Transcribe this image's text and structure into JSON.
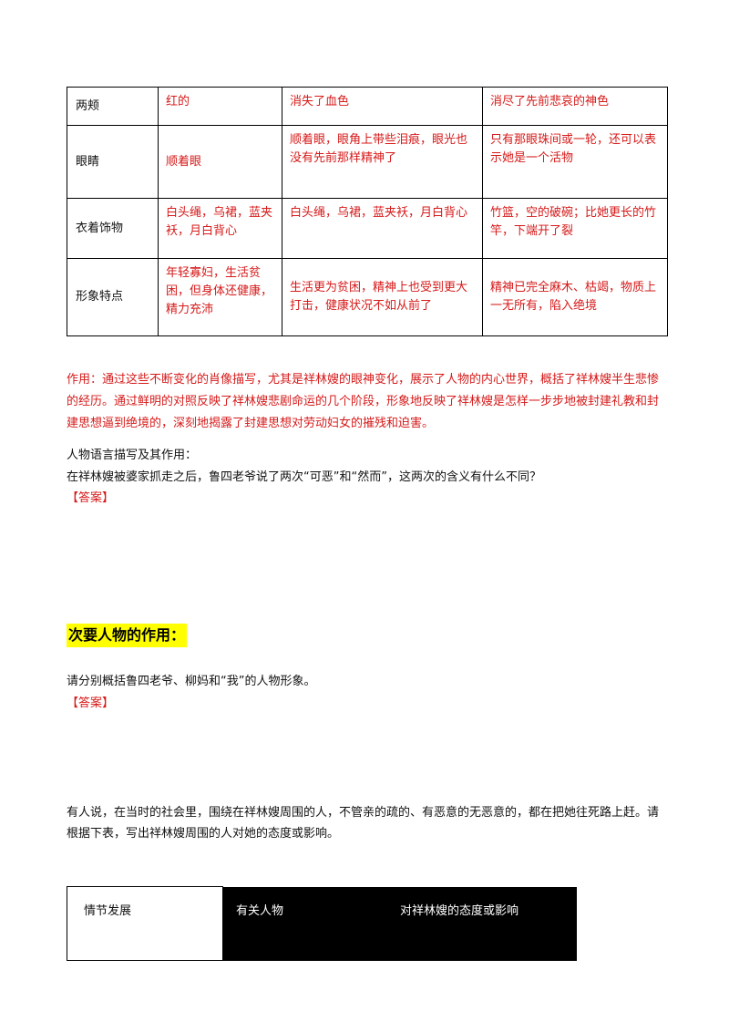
{
  "portrait_table": {
    "rows": [
      {
        "label": "两颊",
        "c1": "红的",
        "c2": "消失了血色",
        "c3": "消尽了先前悲哀的神色"
      },
      {
        "label": "眼睛",
        "c1": "顺着眼",
        "c2": "顺着眼，眼角上带些泪痕，眼光也没有先前那样精神了",
        "c3": "只有那眼珠间或一轮，还可以表示她是一个活物"
      },
      {
        "label": "衣着饰物",
        "c1": "白头绳，乌裙，蓝夹袄，月白背心",
        "c2": "白头绳，乌裙，蓝夹袄，月白背心",
        "c3": "竹篮，空的破碗；比她更长的竹竿，下端开了裂"
      },
      {
        "label": "形象特点",
        "c1": "年轻寡妇，生活贫困，但身体还健康，精力充沛",
        "c2": "生活更为贫困，精神上也受到更大打击，健康状况不如从前了",
        "c3": "精神已完全麻木、枯竭，物质上一无所有，陷入绝境"
      }
    ]
  },
  "effect_paragraph": "作用：通过这些不断变化的肖像描写，尤其是祥林嫂的眼神变化，展示了人物的内心世界，概括了祥林嫂半生悲惨的经历。通过鲜明的对照反映了祥林嫂悲剧命运的几个阶段，形象地反映了祥林嫂是怎样一步步地被封建礼教和封建思想逼到绝境的，深刻地揭露了封建思想对劳动妇女的摧残和迫害。",
  "language_section": {
    "title": "人物语言描写及其作用：",
    "question": "在祥林嫂被婆家抓走之后，鲁四老爷说了两次“可恶”和“然而”，这两次的含义有什么不同？",
    "answer_label": "【答案】"
  },
  "secondary_section": {
    "heading": "次要人物的作用：",
    "question": "请分别概括鲁四老爷、柳妈和“我”的人物形象。",
    "answer_label": "【答案】"
  },
  "surround_paragraph": "有人说，在当时的社会里，围绕在祥林嫂周围的人，不管亲的疏的、有恶意的无恶意的，都在把她往死路上赶。请根据下表，写出祥林嫂周围的人对她的态度或影响。",
  "plot_table": {
    "col1": "情节发展",
    "col2": "有关人物",
    "col3": "对祥林嫂的态度或影响"
  },
  "colors": {
    "accent_red": "#d61a1a",
    "highlight": "#ffff00",
    "header_black": "#000000"
  }
}
